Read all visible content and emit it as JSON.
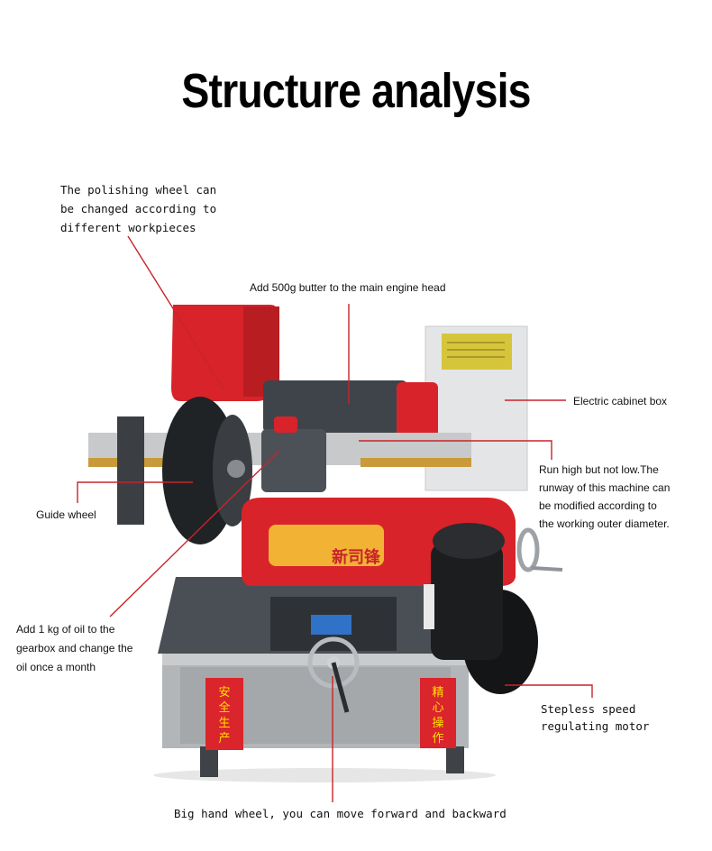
{
  "title": "Structure analysis",
  "callouts": {
    "polishing_wheel": [
      "The polishing wheel can",
      "be changed according to",
      "different workpieces"
    ],
    "engine_head": [
      "Add 500g butter to the main engine head"
    ],
    "cabinet": [
      "Electric cabinet box"
    ],
    "runway": [
      "Run high but not low.The",
      "runway of this machine can",
      "be modified according to",
      "the working outer diameter."
    ],
    "guide_wheel": [
      "Guide wheel"
    ],
    "gearbox": [
      "Add 1 kg of oil to the",
      "gearbox and change the",
      "oil once a month"
    ],
    "motor": [
      "Stepless speed",
      "regulating motor"
    ],
    "hand_wheel": [
      "Big hand wheel, you can move forward and backward"
    ]
  },
  "machine": {
    "brand_plate": "新司锋",
    "left_sign": [
      "安",
      "全",
      "生",
      "产"
    ],
    "right_sign": [
      "精",
      "心",
      "操",
      "作"
    ]
  },
  "colors": {
    "leader": "#c8242b",
    "accent_red": "#d8232a",
    "body_grey": "#a9acae"
  }
}
